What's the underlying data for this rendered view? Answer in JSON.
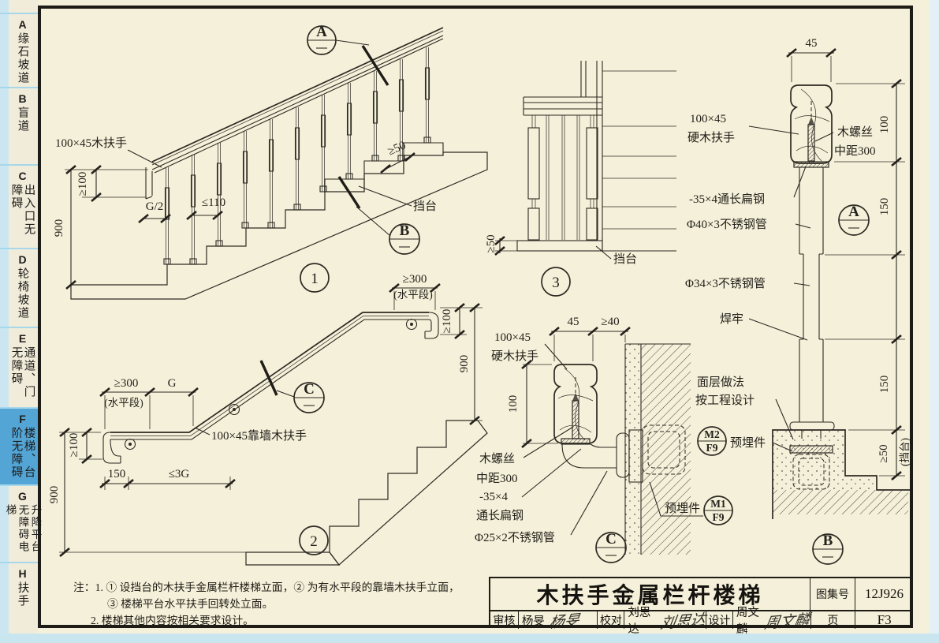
{
  "sidebar": {
    "tabs": [
      {
        "letter": "A",
        "col1": "缘石坡道",
        "col2": ""
      },
      {
        "letter": "B",
        "col1": "盲道",
        "col2": ""
      },
      {
        "letter": "C",
        "col1": "出入口",
        "col2": "无障碍"
      },
      {
        "letter": "D",
        "col1": "轮椅坡道",
        "col2": ""
      },
      {
        "letter": "E",
        "col1": "通道、门",
        "col2": "无障碍"
      },
      {
        "letter": "F",
        "col1": "楼梯、台阶",
        "col2": "无障碍"
      },
      {
        "letter": "G",
        "col1": "升降平台",
        "col2": "无障碍电梯"
      },
      {
        "letter": "H",
        "col1": "扶手",
        "col2": ""
      }
    ]
  },
  "ann": {
    "rail1": "100×45木扶手",
    "rail2": "100×45靠墙木扶手",
    "ge100": "≥100",
    "n900": "900",
    "g2": "G/2",
    "le110": "≤110",
    "dangtai": "挡台",
    "dangtai_p": "(挡台)",
    "ge50": "≥50",
    "ge300": "≥300",
    "sp": "(水平段)",
    "G": "G",
    "n150": "150",
    "le3g": "≤3G",
    "n100": "100",
    "n45": "45",
    "ge40": "≥40",
    "hw1": "100×45",
    "hw2": "硬木扶手",
    "screw1": "木螺丝",
    "screw2": "中距300",
    "flat1": "-35×4通长扁钢",
    "flat2a": "-35×4",
    "flat2b": "通长扁钢",
    "pipe40": "Φ40×3不锈钢管",
    "pipe34": "Φ34×3不锈钢管",
    "pipe25": "Φ25×2不锈钢管",
    "weld": "焊牢",
    "finish1": "面层做法",
    "finish2": "按工程设计",
    "embed": "预埋件",
    "m1": "M1",
    "m2": "M2",
    "f9": "F9",
    "bA": "A",
    "bB": "B",
    "bC": "C",
    "c1": "1",
    "c2": "2",
    "c3": "3"
  },
  "notes": {
    "l1": "注：1. ① 设挡台的木扶手金属栏杆楼梯立面，② 为有水平段的靠墙木扶手立面，",
    "l2": "③ 楼梯平台水平扶手回转处立面。",
    "l3": "2. 楼梯其他内容按相关要求设计。"
  },
  "titleblock": {
    "title": "木扶手金属栏杆楼梯",
    "atlas_label": "图集号",
    "atlas_no": "12J926",
    "page_label": "页",
    "page_no": "F3",
    "r1": "审核",
    "r1_name": "杨旻",
    "sig1": "杨旻",
    "r2": "校对",
    "r2_name": "刘思达",
    "sig2": "刘思达",
    "r3": "设计",
    "r3_name": "周文麟",
    "sig3": "周文麟"
  }
}
